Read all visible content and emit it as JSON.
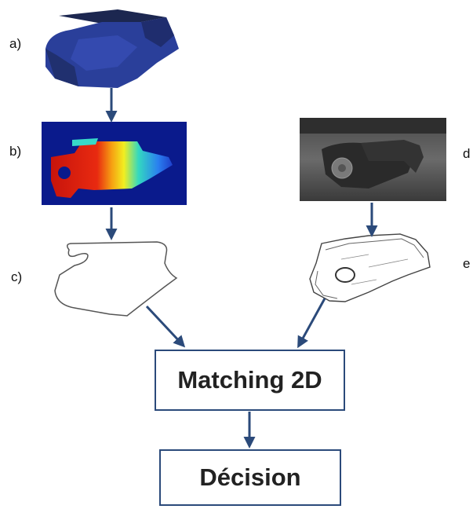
{
  "labels": {
    "a": "a)",
    "b": "b)",
    "c": "c)",
    "d": "d",
    "e": "e"
  },
  "boxes": {
    "matching": "Matching 2D",
    "decision": "Décision"
  },
  "colors": {
    "arrow": "#2b4a7a",
    "model": "#2a3f9a",
    "depth_background": "#0a1a8c"
  }
}
